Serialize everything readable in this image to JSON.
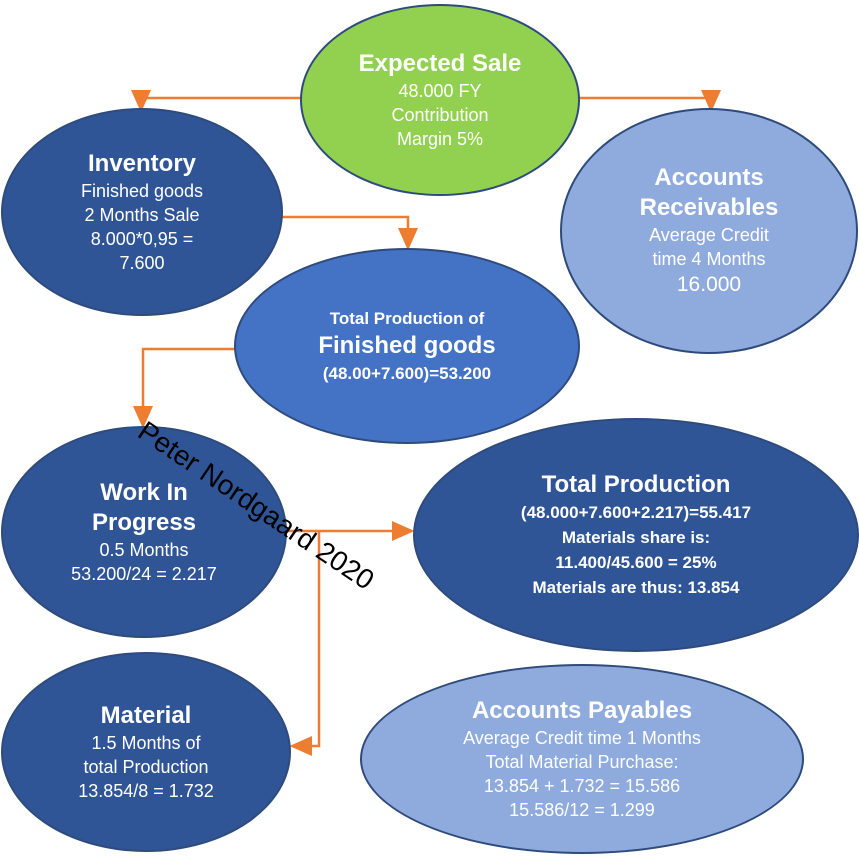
{
  "colors": {
    "green": "#92d050",
    "dark_blue": "#2f5597",
    "mid_blue": "#4472c4",
    "light_blue": "#8faadc",
    "arrow_orange": "#ed7d31"
  },
  "nodes": {
    "expected_sale": {
      "title": "Expected Sale",
      "line1": "48.000 FY",
      "line2": "Contribution",
      "line3": "Margin 5%"
    },
    "inventory": {
      "title": "Inventory",
      "line1": "Finished goods",
      "line2": "2 Months Sale",
      "line3": "8.000*0,95 =",
      "line4": "7.600"
    },
    "accounts_receivables": {
      "title1": "Accounts",
      "title2": "Receivables",
      "line1": "Average Credit",
      "line2": "time 4 Months",
      "line3": "16.000"
    },
    "total_production_fg": {
      "label": "Total Production of",
      "title": "Finished goods",
      "formula": "(48.00+7.600)=53.200"
    },
    "work_in_progress": {
      "title1": "Work In",
      "title2": "Progress",
      "line1": "0.5 Months",
      "line2": "53.200/24 = 2.217"
    },
    "total_production": {
      "title": "Total Production",
      "line1": "(48.000+7.600+2.217)=55.417",
      "line2": "Materials share is:",
      "line3": "11.400/45.600 = 25%",
      "line4": "Materials are thus: 13.854"
    },
    "material": {
      "title": "Material",
      "line1": "1.5 Months of",
      "line2": "total Production",
      "line3": "13.854/8 = 1.732"
    },
    "accounts_payables": {
      "title": "Accounts Payables",
      "line1": "Average Credit time 1 Months",
      "line2": "Total Material Purchase:",
      "line3": "13.854 + 1.732 = 15.586",
      "line4": "15.586/12 = 1.299"
    }
  },
  "watermark": "Peter Nordgaard 2020"
}
